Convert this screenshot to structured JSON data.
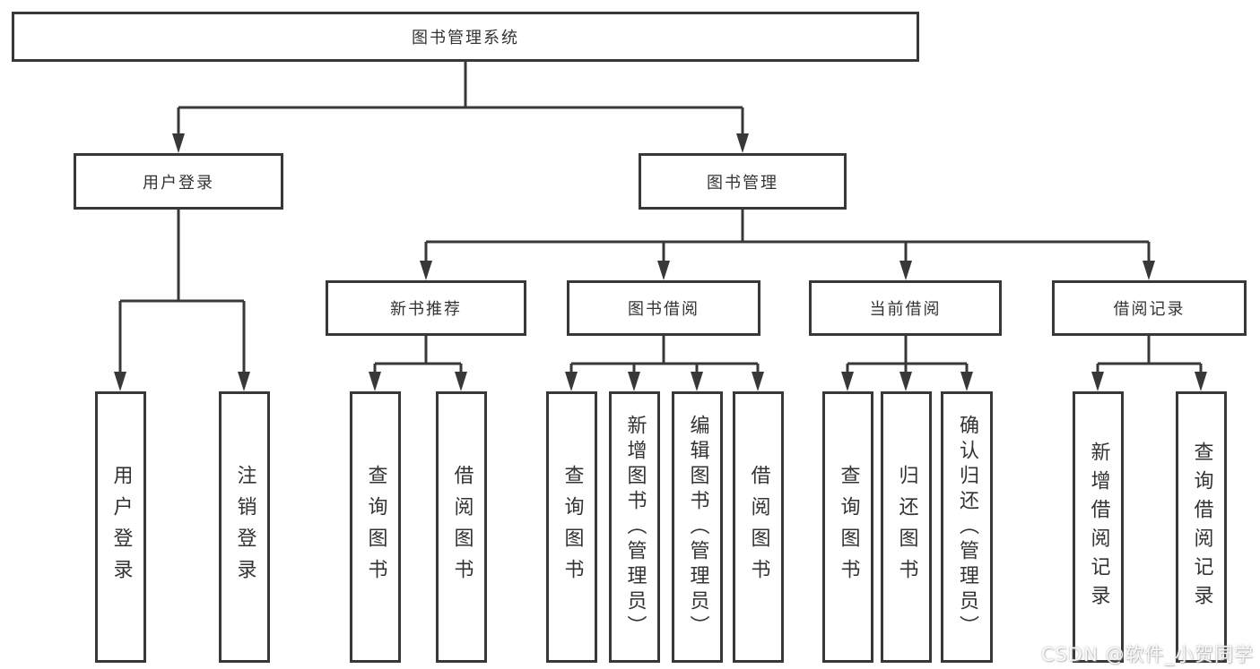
{
  "watermark": "CSDN @软件_小贺同学",
  "colors": {
    "line": "#383838",
    "box_border": "#383838",
    "text": "#333333",
    "background": "#ffffff",
    "watermark_text": "#ffffff"
  },
  "nodes": {
    "root": "图书管理系统",
    "login": "用户登录",
    "manage": "图书管理",
    "recommend": "新书推荐",
    "borrow": "图书借阅",
    "current": "当前借阅",
    "record": "借阅记录",
    "login_user": "用户登录",
    "login_logout": "注销登录",
    "rec_query": "查询图书",
    "rec_borrow": "借阅图书",
    "bor_query": "查询图书",
    "bor_add": "新增图书（管理员）",
    "bor_edit": "编辑图书（管理员）",
    "bor_lend": "借阅图书",
    "cur_query": "查询图书",
    "cur_return": "归还图书",
    "cur_confirm": "确认归还（管理员）",
    "rcd_add": "新增借阅记录",
    "rcd_query": "查询借阅记录"
  }
}
